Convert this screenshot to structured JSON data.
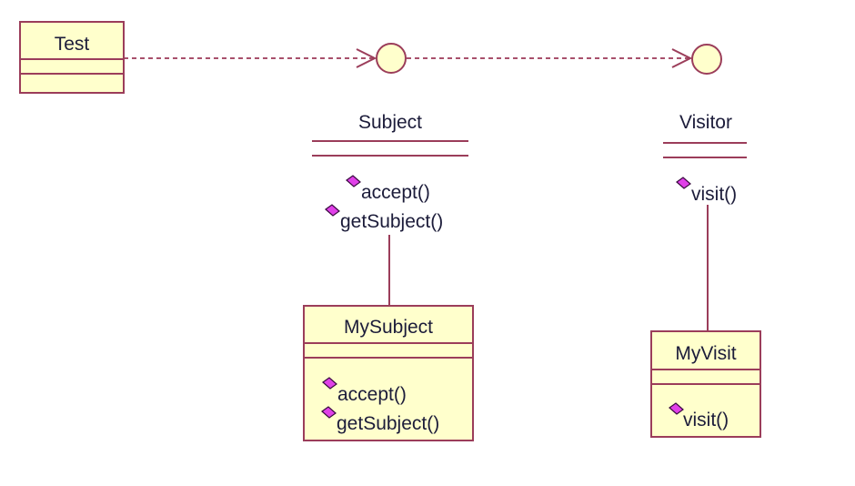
{
  "diagram": {
    "type": "UML class diagram",
    "classes": [
      {
        "id": "test",
        "name": "Test",
        "attributes": [],
        "operations": []
      },
      {
        "id": "mysubject",
        "name": "MySubject",
        "attributes": [],
        "operations": [
          "accept()",
          "getSubject()"
        ]
      },
      {
        "id": "myvisit",
        "name": "MyVisit",
        "attributes": [],
        "operations": [
          "visit()"
        ]
      }
    ],
    "interfaces": [
      {
        "id": "subject",
        "name": "Subject",
        "operations": [
          "accept()",
          "getSubject()"
        ]
      },
      {
        "id": "visitor",
        "name": "Visitor",
        "operations": [
          "visit()"
        ]
      }
    ],
    "relationships": [
      {
        "from": "Test",
        "to": "Subject",
        "kind": "dependency"
      },
      {
        "from": "Subject",
        "to": "Visitor",
        "kind": "dependency"
      },
      {
        "from": "MySubject",
        "to": "Subject",
        "kind": "realization"
      },
      {
        "from": "MyVisit",
        "to": "Visitor",
        "kind": "realization"
      }
    ],
    "icons": {
      "operation": "public-operation-diamond-icon",
      "interface": "interface-lollipop-icon"
    },
    "colors": {
      "border": "#9b3d5a",
      "fill": "#ffffcc",
      "operation_icon": "#e040e8",
      "text": "#1c1c3a"
    }
  }
}
